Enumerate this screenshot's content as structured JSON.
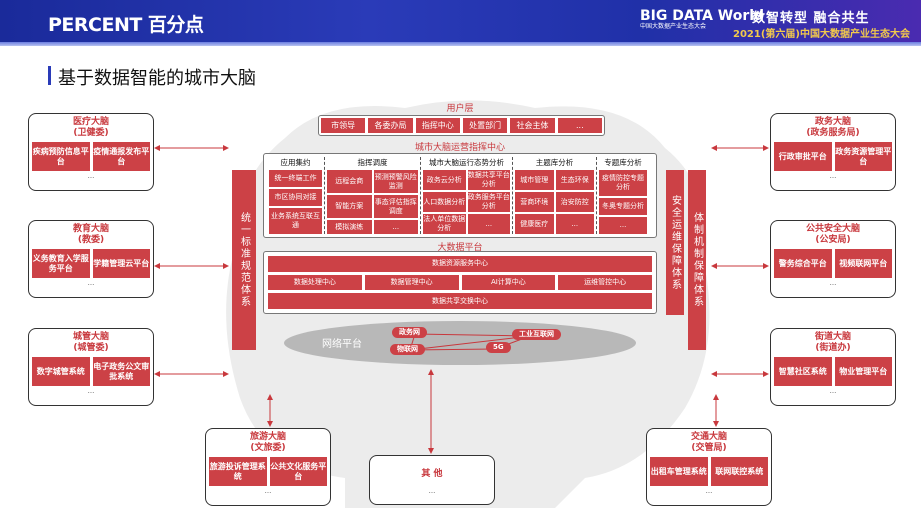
{
  "header": {
    "logo": "PERCENT 百分点",
    "event_logo": "BIG DATA World",
    "event_logo_sub": "中国大数据产业生态大会",
    "slogan": "数智转型 融合共生",
    "event": "2021(第六届)中国大数据产业生态大会"
  },
  "title": "基于数据智能的城市大脑",
  "user_layer": {
    "label": "用户层",
    "items": [
      "市领导",
      "各委办局",
      "指挥中心",
      "处置部门",
      "社会主体",
      "..."
    ]
  },
  "ops_center": {
    "label": "城市大脑运营指挥中心",
    "columns": [
      {
        "header": "应用集约",
        "cols": 1,
        "cells": [
          "统一终端工作",
          "市区协同对接",
          "业务系统互联互通"
        ]
      },
      {
        "header": "指挥调度",
        "cols": 2,
        "cells": [
          "远程会商",
          "预测预警风险监测",
          "智能方案",
          "事态评估指挥调度",
          "模拟演练",
          "..."
        ]
      },
      {
        "header": "城市大脑运行态势分析",
        "cols": 2,
        "cells": [
          "政务云分析",
          "数据共享平台分析",
          "人口数据分析",
          "政务服务平台分析",
          "法人单位数据分析",
          "..."
        ]
      },
      {
        "header": "主题库分析",
        "cols": 2,
        "cells": [
          "城市管理",
          "生态环保",
          "营商环境",
          "治安防控",
          "健康医疗",
          "..."
        ]
      },
      {
        "header": "专题库分析",
        "cols": 1,
        "cells": [
          "疫情防控专题分析",
          "冬奥专题分析",
          "..."
        ]
      }
    ]
  },
  "big_data": {
    "label": "大数据平台",
    "rows": [
      [
        "数据资源服务中心"
      ],
      [
        "数据处理中心",
        "数据管理中心",
        "AI计算中心",
        "运维管控中心"
      ],
      [
        "数据共享交换中心"
      ]
    ]
  },
  "network": {
    "label": "网络平台",
    "nodes": [
      "政务网",
      "工业互联网",
      "物联网",
      "5G"
    ]
  },
  "side_bars": {
    "left": "统一标准规范体系",
    "right1": "安全运维保障体系",
    "right2": "体制机制保障体系"
  },
  "departments": [
    {
      "name": "医疗大脑",
      "org": "(卫健委)",
      "systems": [
        "疾病预防信息平台",
        "疫情通报发布平台"
      ]
    },
    {
      "name": "教育大脑",
      "org": "(教委)",
      "systems": [
        "义务教育入学服务平台",
        "学籍管理云平台"
      ]
    },
    {
      "name": "城管大脑",
      "org": "(城管委)",
      "systems": [
        "数字城管系统",
        "电子政务公文审批系统"
      ]
    },
    {
      "name": "政务大脑",
      "org": "(政务服务局)",
      "systems": [
        "行政审批平台",
        "政务资源管理平台"
      ]
    },
    {
      "name": "公共安全大脑",
      "org": "(公安局)",
      "systems": [
        "警务综合平台",
        "视频联网平台"
      ]
    },
    {
      "name": "街道大脑",
      "org": "(街道办)",
      "systems": [
        "智慧社区系统",
        "物业管理平台"
      ]
    },
    {
      "name": "旅游大脑",
      "org": "(文旅委)",
      "systems": [
        "旅游投诉管理系统",
        "公共文化服务平台"
      ]
    },
    {
      "name": "交通大脑",
      "org": "(交管局)",
      "systems": [
        "出租车管理系统",
        "联网联控系统"
      ]
    }
  ],
  "other": {
    "name": "其 他"
  },
  "ellipsis": "...",
  "colors": {
    "accent_red": "#cc4146",
    "header_blue": "#2a3bb8",
    "brain_grey": "#ededed"
  }
}
